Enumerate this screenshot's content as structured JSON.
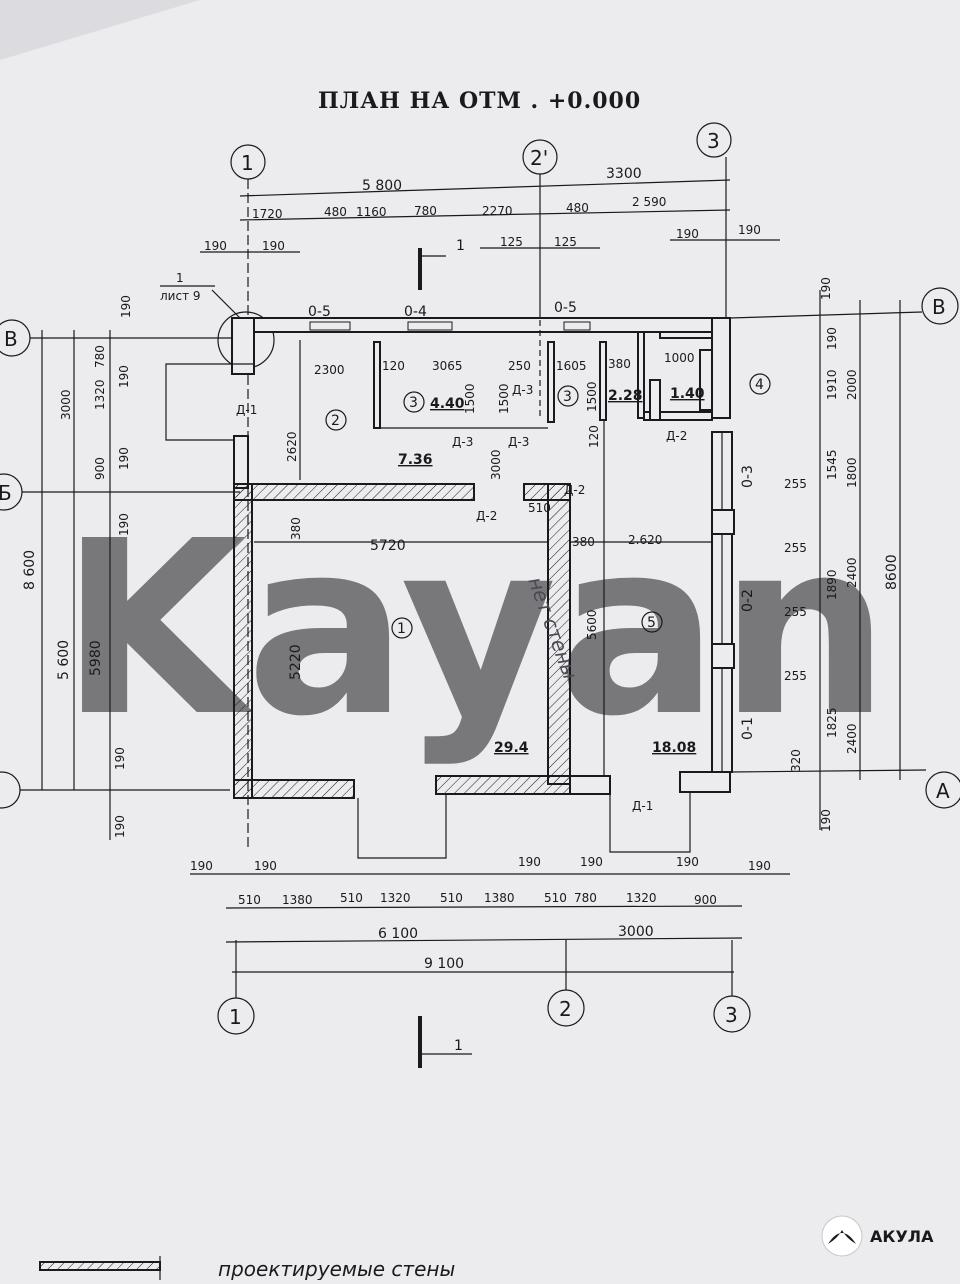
{
  "title": "ПЛАН НА ОТМ .  +0.000",
  "axes": {
    "a1": "1",
    "a2p": "2'",
    "a3": "3",
    "a2": "2",
    "aB": "B",
    "aA": "A",
    "aBv": "Б"
  },
  "top_dims": {
    "overall_left": "5 800",
    "overall_right": "3300",
    "row2": [
      "1720",
      "480",
      "1160",
      "780",
      "2270",
      "480",
      "2 590"
    ],
    "row3": [
      "190",
      "190",
      "125",
      "125",
      "190",
      "190"
    ]
  },
  "bottom_dims": {
    "row1": [
      "190",
      "190",
      "190",
      "190",
      "190",
      "190"
    ],
    "row2": [
      "510",
      "1380",
      "510",
      "1320",
      "510",
      "1380",
      "510",
      "780",
      "1320",
      "900"
    ],
    "row3": [
      "6 100",
      "3000"
    ],
    "overall": "9 100"
  },
  "right_dims": [
    "190",
    "1910",
    "190",
    "2000",
    "1545",
    "1800",
    "255",
    "255",
    "1890",
    "2400",
    "8600",
    "255",
    "255",
    "1825",
    "2400",
    "320",
    "190"
  ],
  "left_dims": [
    "190",
    "3000",
    "1320",
    "780",
    "190",
    "900",
    "190",
    "190",
    "8 600",
    "5 600",
    "5980",
    "190",
    "190"
  ],
  "section_mark": "1",
  "sheet_ref": {
    "num": "1",
    "sheet": "лист 9"
  },
  "openings": [
    "0-5",
    "0-4",
    "0-5",
    "0-3",
    "0-2",
    "0-1"
  ],
  "doors": [
    "Д-1",
    "Д-3",
    "Д-3",
    "Д-3",
    "Д-2",
    "Д-2",
    "Д-2",
    "Д-1"
  ],
  "interior_dims": [
    "2300",
    "120",
    "3065",
    "250",
    "1605",
    "380",
    "1000",
    "1500",
    "1500",
    "1500",
    "3000",
    "120",
    "2620",
    "380",
    "5720",
    "380",
    "2.620",
    "5220",
    "5600",
    "510"
  ],
  "rooms": [
    {
      "num": "1",
      "area": "29.4"
    },
    {
      "num": "2",
      "area": "7.36"
    },
    {
      "num": "3",
      "area": "4.40"
    },
    {
      "num": "3",
      "area": "2.28"
    },
    {
      "num": "4",
      "area": "1.40"
    },
    {
      "num": "5",
      "area": "18.08"
    }
  ],
  "handwritten": "нет стены",
  "watermark": "Kayan",
  "logo_text": "АКУЛА",
  "legend_text": "проектируемые стены",
  "colors": {
    "paper": "#ecebed",
    "ink": "#1a1a1e",
    "watermark": "#f2b8c4"
  }
}
